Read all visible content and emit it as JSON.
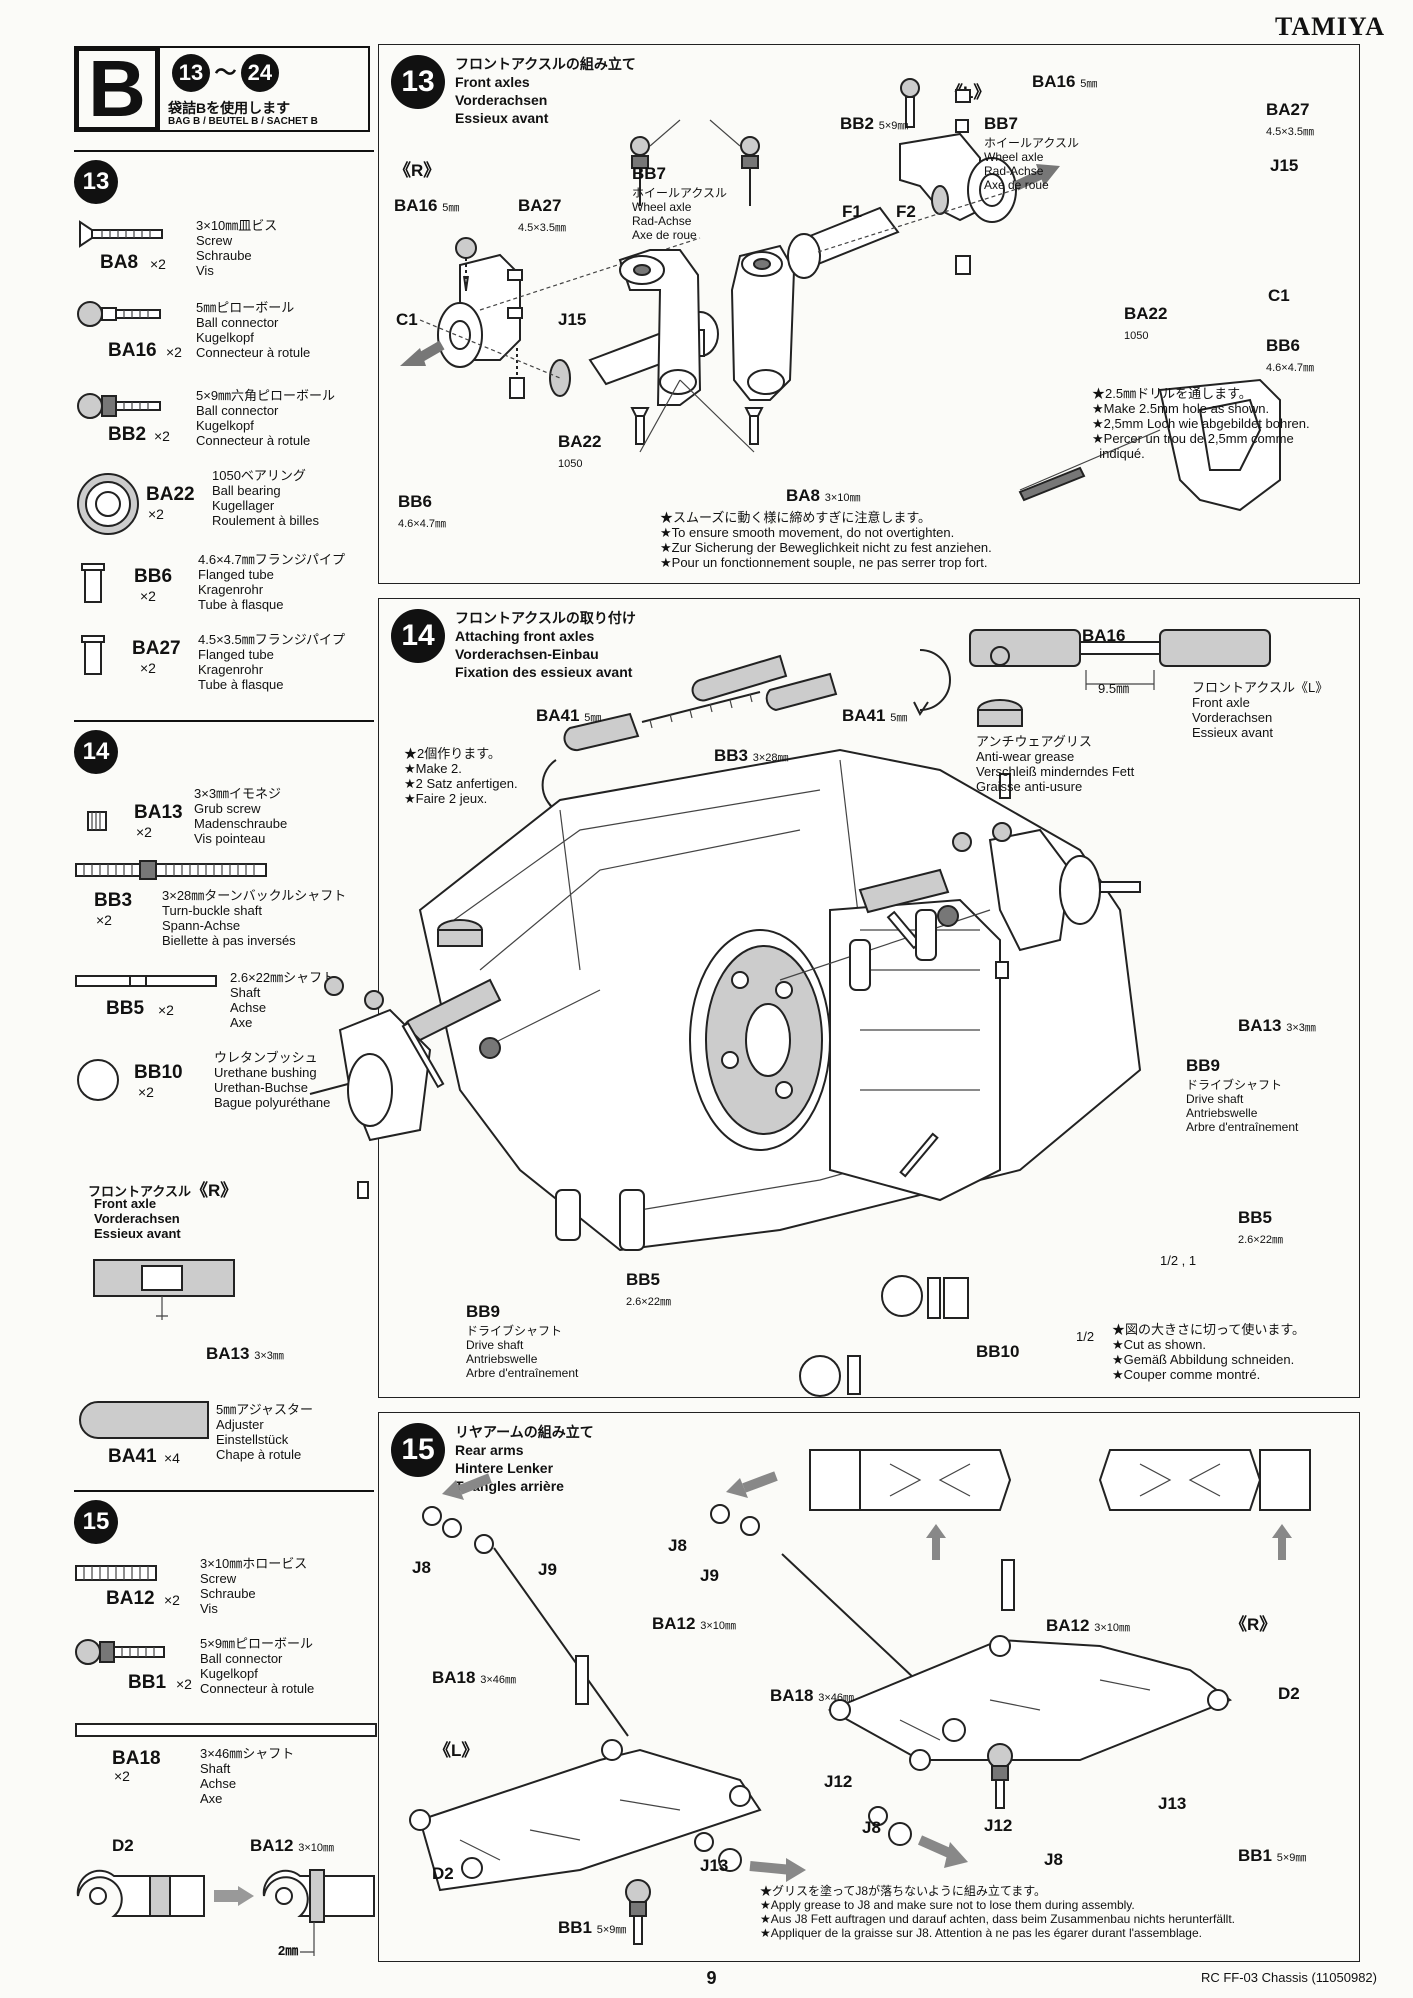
{
  "brand": "TAMIYA",
  "bag": {
    "letter": "B",
    "step_from": "13",
    "step_to": "24",
    "range_sep": "〜",
    "jp": "袋詰Bを使用します",
    "multi": "BAG B / BEUTEL B / SACHET B"
  },
  "sidebar": {
    "step13": "13",
    "step14": "14",
    "step15": "15",
    "parts": {
      "ba8": {
        "code": "BA8",
        "qty": "×2",
        "desc": "3×10㎜皿ビス\nScrew\nSchraube\nVis"
      },
      "ba16": {
        "code": "BA16",
        "qty": "×2",
        "desc": "5㎜ピローボール\nBall connector\nKugelkopf\nConnecteur à rotule"
      },
      "bb2": {
        "code": "BB2",
        "qty": "×2",
        "desc": "5×9㎜六角ピローボール\nBall connector\nKugelkopf\nConnecteur à rotule"
      },
      "ba22": {
        "code": "BA22",
        "qty": "×2",
        "desc": "1050ベアリング\nBall bearing\nKugellager\nRoulement à billes"
      },
      "bb6": {
        "code": "BB6",
        "qty": "×2",
        "desc": "4.6×4.7㎜フランジパイプ\nFlanged tube\nKragenrohr\nTube à flasque"
      },
      "ba27": {
        "code": "BA27",
        "qty": "×2",
        "desc": "4.5×3.5㎜フランジパイプ\nFlanged tube\nKragenrohr\nTube à flasque"
      },
      "ba13": {
        "code": "BA13",
        "qty": "×2",
        "desc": "3×3㎜イモネジ\nGrub screw\nMadenschraube\nVis pointeau"
      },
      "bb3": {
        "code": "BB3",
        "qty": "×2",
        "desc": "3×28㎜ターンバックルシャフト\nTurn-buckle shaft\nSpann-Achse\nBiellette à pas inversés"
      },
      "bb5": {
        "code": "BB5",
        "qty": "×2",
        "desc": "2.6×22㎜シャフト\nShaft\nAchse\nAxe"
      },
      "bb10": {
        "code": "BB10",
        "qty": "×2",
        "desc": "ウレタンブッシュ\nUrethane bushing\nUrethan-Buchse\nBague polyuréthane"
      },
      "ba41": {
        "code": "BA41",
        "qty": "×4",
        "desc": "5㎜アジャスター\nAdjuster\nEinstellstück\nChape à rotule"
      },
      "ba12": {
        "code": "BA12",
        "qty": "×2",
        "desc": "3×10㎜ホロービス\nScrew\nSchraube\nVis"
      },
      "bb1": {
        "code": "BB1",
        "qty": "×2",
        "desc": "5×9㎜ピローボール\nBall connector\nKugelkopf\nConnecteur à rotule"
      },
      "ba18": {
        "code": "BA18",
        "qty": "×2",
        "desc": "3×46㎜シャフト\nShaft\nAchse\nAxe"
      }
    },
    "detail": {
      "d2": "D2",
      "ba12": "BA12",
      "ba12_size": "3×10㎜",
      "gap": "2㎜"
    }
  },
  "step13": {
    "num": "13",
    "title": "フロントアクスルの組み立て\nFront axles\nVorderachsen\nEssieux avant",
    "R": "《R》",
    "L": "《L》",
    "labels": {
      "ba16": "BA16",
      "ba16_size": "5㎜",
      "ba27": "BA27",
      "ba27_size": "4.5×3.5㎜",
      "j15": "J15",
      "c1": "C1",
      "ba22": "BA22",
      "ba22_size": "1050",
      "bb6": "BB6",
      "bb6_size": "4.6×4.7㎜",
      "bb7": "BB7",
      "bb7_desc": "ホイールアクスル\nWheel axle\nRad-Achse\nAxe de roue",
      "bb2": "BB2",
      "bb2_size": "5×9㎜",
      "f1": "F1",
      "f2": "F2",
      "ba8": "BA8",
      "ba8_size": "3×10㎜"
    },
    "note_torque": "★スムーズに動く様に締めすぎに注意します。\n★To ensure smooth movement, do not overtighten.\n★Zur Sicherung der Beweglichkeit nicht zu fest anziehen.\n★Pour un fonctionnement souple, ne pas serrer trop fort.",
    "note_drill": "★2.5㎜ドリルを通します。\n★Make 2.5mm hole as shown.\n★2,5mm Loch wie abgebildet bohren.\n★Percer un trou de 2,5mm comme\n  indiqué."
  },
  "step14": {
    "num": "14",
    "title": "フロントアクスルの取り付け\nAttaching front axles\nVorderachsen-Einbau\nFixation des essieux avant",
    "make2": "★2個作ります。\n★Make 2.\n★2 Satz anfertigen.\n★Faire 2 jeux.",
    "labels": {
      "ba41": "BA41",
      "ba41_size": "5㎜",
      "bb3": "BB3",
      "bb3_size": "3×28㎜",
      "dim": "9.5㎜",
      "ba16": "BA16",
      "grease": "アンチウェアグリス\nAnti-wear grease\nVerschleiß minderndes Fett\nGraisse anti-usure",
      "axleL": "フロントアクスル《L》\nFront axle\nVorderachsen\nEssieux avant",
      "axleR_jp": "フロントアクスル",
      "axleR_R": "《R》",
      "axleR": "Front axle\nVorderachsen\nEssieux avant",
      "ba13": "BA13",
      "ba13_size": "3×3㎜",
      "bb9": "BB9",
      "bb9_desc": "ドライブシャフト\nDrive shaft\nAntriebswelle\nArbre d'entraînement",
      "bb5": "BB5",
      "bb5_size": "2.6×22㎜",
      "bb10": "BB10",
      "half": "1/2",
      "half1": "1/2 , 1"
    },
    "note_cut": "★図の大きさに切って使います。\n★Cut as shown.\n★Gemäß Abbildung schneiden.\n★Couper comme montré."
  },
  "step15": {
    "num": "15",
    "title": "リヤアームの組み立て\nRear arms\nHintere Lenker\nTriangles arrière",
    "L": "《L》",
    "R": "《R》",
    "labels": {
      "j8": "J8",
      "j9": "J9",
      "j12": "J12",
      "j13": "J13",
      "d2": "D2",
      "ba12": "BA12",
      "ba12_size": "3×10㎜",
      "ba18": "BA18",
      "ba18_size": "3×46㎜",
      "bb1": "BB1",
      "bb1_size": "5×9㎜"
    },
    "note_grease": "★グリスを塗ってJ8が落ちないように組み立てます。\n★Apply grease to J8 and make sure not to lose them during assembly.\n★Aus J8 Fett auftragen und darauf achten, dass beim Zusammenbau nichts herunterfällt.\n★Appliquer de la graisse sur J8. Attention à ne pas les égarer durant l'assemblage."
  },
  "footer": {
    "page": "9",
    "model": "RC FF-03 Chassis (11050982)"
  }
}
